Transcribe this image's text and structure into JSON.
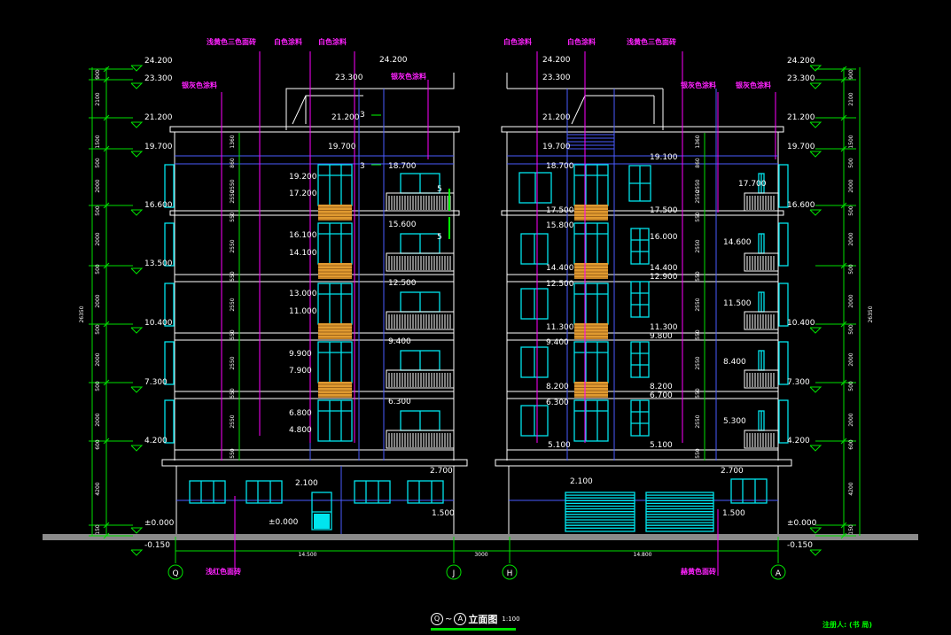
{
  "colors": {
    "background": "#000000",
    "dimension": "#00e000",
    "outline": "#ffffff",
    "window": "#00e5ee",
    "note": "#ff00ff",
    "grid": "#4a5cff",
    "ground": "#8a8a8a",
    "door": "#00e5ee"
  },
  "title": {
    "symbol_left": "Q",
    "tilde": "~",
    "symbol_right": "A",
    "text": "立面图",
    "scale": "1:100"
  },
  "stamp": "注册人: (书 局)",
  "axes": [
    {
      "label": "Q"
    },
    {
      "label": "J"
    },
    {
      "label": "H"
    },
    {
      "label": "A"
    }
  ],
  "bottom_dims": {
    "left": "14.500",
    "center": "3000",
    "right": "14.800"
  },
  "total_height": "26350",
  "elev_left": [
    "24.200",
    "23.300",
    "21.200",
    "19.700",
    "16.600",
    "13.500",
    "10.400",
    "7.300",
    "4.200",
    "±0.000",
    "-0.150"
  ],
  "elev_right": [
    "24.200",
    "23.300",
    "21.200",
    "19.700",
    "16.600",
    "10.400",
    "7.300",
    "4.200",
    "±0.000",
    "-0.150"
  ],
  "seg_left": [
    "900",
    "2100",
    "1500",
    "500",
    "2000",
    "500",
    "2000",
    "500",
    "2000",
    "500",
    "2000",
    "500",
    "2000",
    "600",
    "4200",
    "150"
  ],
  "seg_right": [
    "900",
    "2100",
    "1500",
    "500",
    "2000",
    "500",
    "2000",
    "500",
    "2000",
    "500",
    "2000",
    "500",
    "2000",
    "600",
    "4200",
    "150"
  ],
  "inner_dims": [
    "2550",
    "550",
    "2550",
    "550",
    "2550",
    "550",
    "2550",
    "550",
    "2550",
    "550",
    "1360",
    "860",
    "2550"
  ],
  "left_building": {
    "top_marks": [
      "24.200",
      "23.300",
      "21.200",
      "19.700"
    ],
    "callouts": [
      "3",
      "3",
      "5",
      "5"
    ],
    "labels": [
      "19.200",
      "17.200",
      "16.100",
      "14.100",
      "13.000",
      "11.000",
      "9.900",
      "7.900",
      "6.800",
      "4.800",
      "18.700",
      "15.600",
      "12.500",
      "9.400",
      "6.300",
      "2.100",
      "±0.000",
      "2.700",
      "1.500"
    ]
  },
  "right_building": {
    "top_marks": [
      "24.200",
      "23.300",
      "21.200",
      "19.700",
      "18.700",
      "17.500",
      "15.800",
      "14.400",
      "12.500",
      "11.300",
      "9.400",
      "8.200",
      "6.300",
      "5.100"
    ],
    "labels": [
      "19.100",
      "17.700",
      "17.500",
      "16.000",
      "14.600",
      "14.400",
      "12.900",
      "11.500",
      "11.300",
      "9.800",
      "8.400",
      "8.200",
      "6.700",
      "5.300",
      "5.100",
      "2.100",
      "2.700",
      "1.500"
    ]
  },
  "notes": {
    "left": [
      "浅黄色三色面砖",
      "白色涂料",
      "白色涂料",
      "银灰色涂料",
      "银灰色涂料",
      "浅红色面砖"
    ],
    "right": [
      "白色涂料",
      "白色涂料",
      "浅黄色三色面砖",
      "银灰色涂料",
      "银灰色涂料",
      "赫黄色面砖"
    ]
  }
}
